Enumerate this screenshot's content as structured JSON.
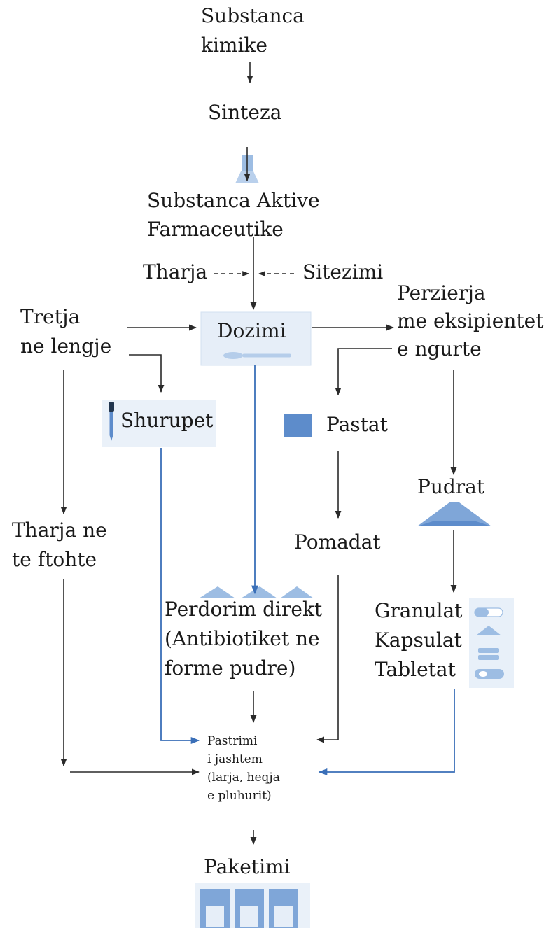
{
  "nodes": {
    "substanca_kimike": [
      "Substanca",
      "kimike"
    ],
    "sinteza": "Sinteza",
    "substanca_aktive": [
      "Substanca Aktive",
      "Farmaceutike"
    ],
    "tharja": "Tharja",
    "sitezimi": "Sitezimi",
    "tretja": [
      "Tretja",
      "ne lengje"
    ],
    "dozimi": "Dozimi",
    "perzierja": [
      "Perzierja",
      "me eksipientet",
      "e ngurte"
    ],
    "shurupet": "Shurupet",
    "pastat": "Pastat",
    "pudrat": "Pudrat",
    "tharja_ftohte": [
      "Tharja ne",
      "te ftohte"
    ],
    "pomadat": "Pomadat",
    "perdorim": [
      "Perdorim direkt",
      "(Antibiotiket ne",
      "forme pudre)"
    ],
    "granulat": "Granulat",
    "kapsulat": "Kapsulat",
    "tabletat": "Tabletat",
    "pastrimi": [
      "Pastrimi",
      "i jashtem",
      "(larja, heqja",
      "e pluhurit)"
    ],
    "paketimi": "Paketimi"
  },
  "icons": {
    "accent_light": "#dbe7f5",
    "accent_mid": "#8fb2dc",
    "accent_dark": "#3a6fb8"
  }
}
